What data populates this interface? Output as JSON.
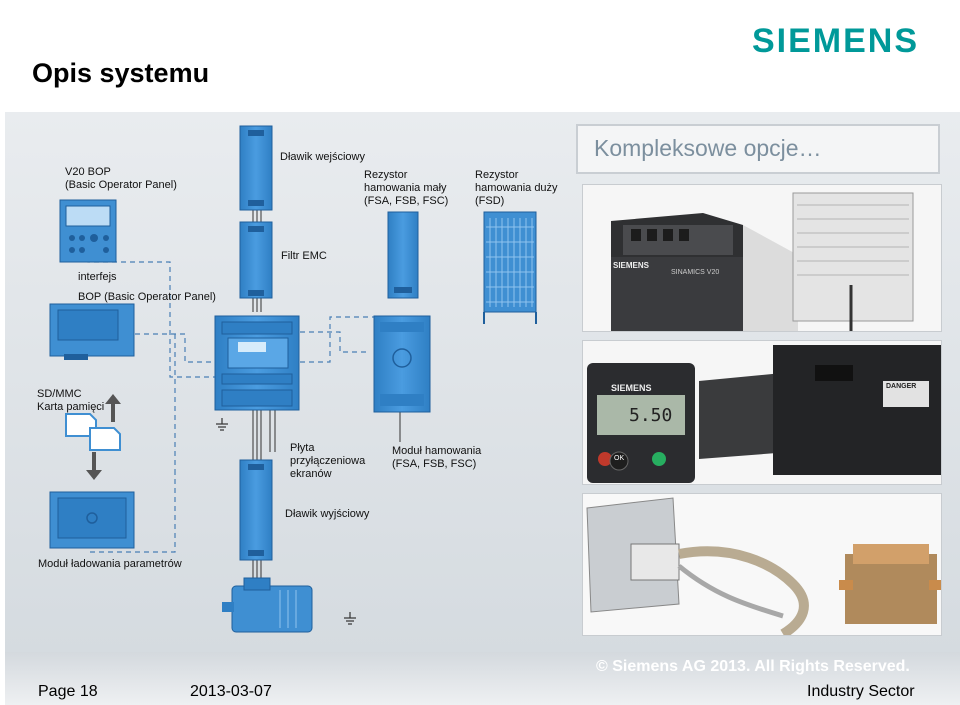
{
  "header": {
    "title": "Opis systemu",
    "logo": "SIEMENS"
  },
  "diagram": {
    "v20_bop": "V20 BOP",
    "v20_bop_sub": "(Basic Operator Panel)",
    "dlawik_wejsciowy": "Dławik wejściowy",
    "rezystor_maly_1": "Rezystor",
    "rezystor_maly_2": "hamowania mały",
    "rezystor_maly_3": "(FSA, FSB, FSC)",
    "rezystor_duzy_1": "Rezystor",
    "rezystor_duzy_2": "hamowania duży",
    "rezystor_duzy_3": "(FSD)",
    "filtr_emc": "Filtr EMC",
    "interfejs": "interfejs",
    "bop_interface": "BOP (Basic Operator Panel)",
    "sd_mmc_1": "SD/MMC",
    "sd_mmc_2": "Karta pamięci",
    "plyta_1": "Płyta",
    "plyta_2": "przyłączeniowa",
    "plyta_3": "ekranów",
    "modul_hamowania_1": "Moduł hamowania",
    "modul_hamowania_2": "(FSA, FSB, FSC)",
    "dlawik_wyjsciowy": "Dławik wyjściowy",
    "modul_ladowania": "Moduł ładowania parametrów"
  },
  "photos": {
    "heading": "Kompleksowe opcje…",
    "drive_brand": "SIEMENS",
    "drive_model": "SINAMICS V20",
    "bop_brand": "SIEMENS",
    "bop_display": "5.50",
    "bop_ok": "OK",
    "danger_label": "DANGER"
  },
  "footer": {
    "copyright": "© Siemens AG 2013. All Rights Reserved.",
    "page": "Page 18",
    "date": "2013-03-07",
    "sector": "Industry Sector"
  },
  "colors": {
    "brand": "#009999",
    "device_blue": "#3f8fd2",
    "device_dark": "#1f5f9c"
  }
}
